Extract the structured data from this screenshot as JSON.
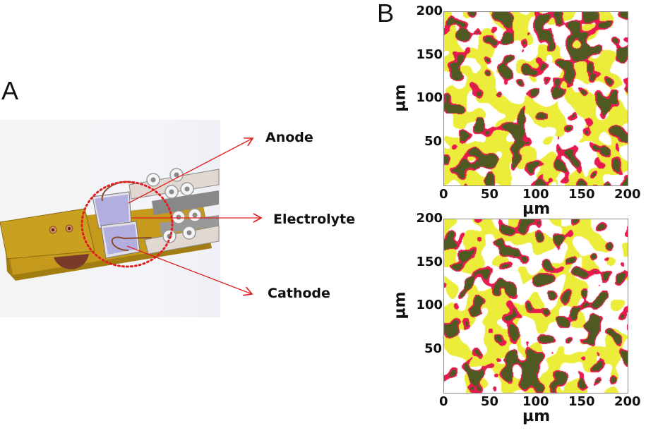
{
  "panel_a": {
    "letter": "A",
    "labels": {
      "anode": "Anode",
      "electrolyte": "Electrolyte",
      "cathode": "Cathode"
    }
  },
  "panel_b": {
    "letter": "B",
    "maps": [
      {
        "xlabel": "µm",
        "ylabel": "µm",
        "x_ticks": [
          "0",
          "50",
          "100",
          "150",
          "200"
        ],
        "y_ticks": [
          "50",
          "100",
          "150",
          "200"
        ],
        "xlim": [
          0,
          200
        ],
        "ylim": [
          0,
          200
        ]
      },
      {
        "xlabel": "µm",
        "ylabel": "µm",
        "x_ticks": [
          "0",
          "50",
          "100",
          "150",
          "200"
        ],
        "y_ticks": [
          "50",
          "100",
          "150",
          "200"
        ],
        "xlim": [
          0,
          200
        ],
        "ylim": [
          0,
          200
        ]
      }
    ],
    "colors": {
      "yellow": "#ecec3a",
      "red": "#e8194f",
      "olive": "#4f5a22",
      "white": "#ffffff"
    }
  }
}
